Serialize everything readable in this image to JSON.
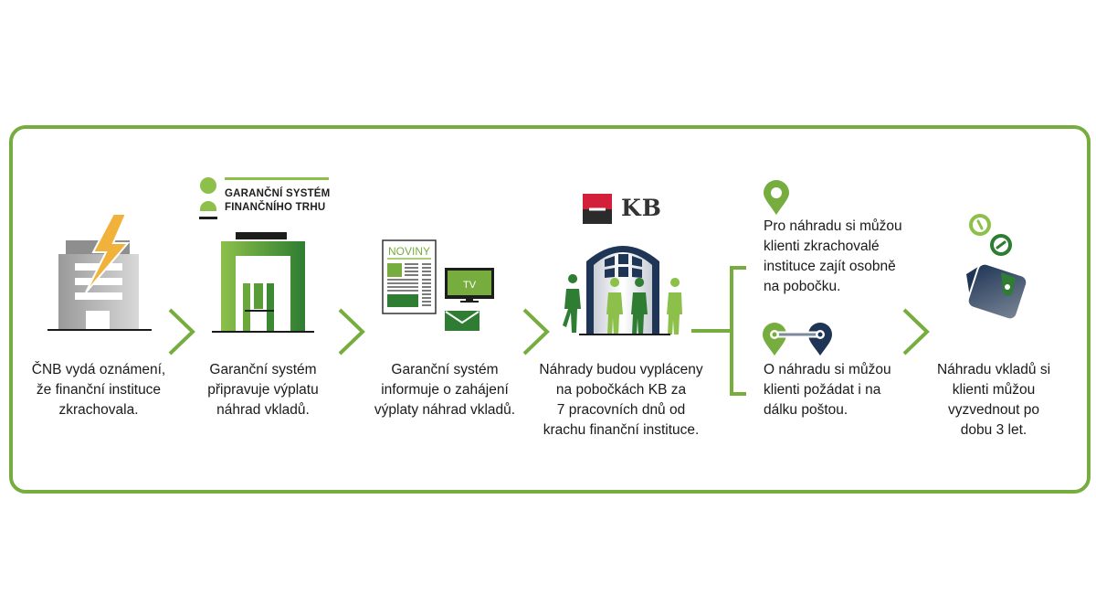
{
  "colors": {
    "frame": "#76ad3e",
    "arrow": "#76ad3e",
    "green_light": "#8dc04a",
    "green_dark": "#2e7d32",
    "navy": "#1f3556",
    "lightning": "#f0b23a",
    "kb_red": "#d41f3a",
    "kb_dark": "#2b2b2b"
  },
  "steps": [
    {
      "id": "cnb",
      "icon": "failed-bank-building-icon",
      "caption_lines": [
        "ČNB vydá oznámení,",
        "že finanční instituce",
        "zkrachovala."
      ]
    },
    {
      "id": "gfs",
      "icon": "guarantee-system-building-icon",
      "logo_lines": [
        "GARANČNÍ SYSTÉM",
        "FINANČNÍHO TRHU"
      ],
      "caption_lines": [
        "Garanční systém",
        "připravuje výplatu",
        "náhrad vkladů."
      ]
    },
    {
      "id": "media",
      "icon": "newspaper-tv-mail-icon",
      "newspaper_label": "NOVINY",
      "tv_label": "TV",
      "caption_lines": [
        "Garanční systém",
        "informuje o zahájení",
        "výplaty náhrad vkladů."
      ]
    },
    {
      "id": "kb",
      "icon": "kb-branch-building-icon",
      "logo_text": "KB",
      "caption_lines": [
        "Náhrady budou vypláceny",
        "na pobočkách KB za",
        "7 pracovních dnů od",
        "krachu finanční instituce."
      ]
    },
    {
      "id": "options",
      "branches": [
        {
          "icon": "location-pin-icon",
          "caption_lines": [
            "Pro náhradu si můžou",
            "klienti zkrachovalé",
            "instituce zajít osobně",
            "na pobočku."
          ]
        },
        {
          "icon": "remote-connection-pins-icon",
          "caption_lines": [
            "O náhradu si můžou",
            "klienti požádat i na",
            "dálku poštou."
          ]
        }
      ]
    },
    {
      "id": "wallet",
      "icon": "wallet-coins-icon",
      "caption_lines": [
        "Náhradu vkladů si",
        "klienti můžou",
        "vyzvednout po",
        "dobu 3 let."
      ]
    }
  ]
}
